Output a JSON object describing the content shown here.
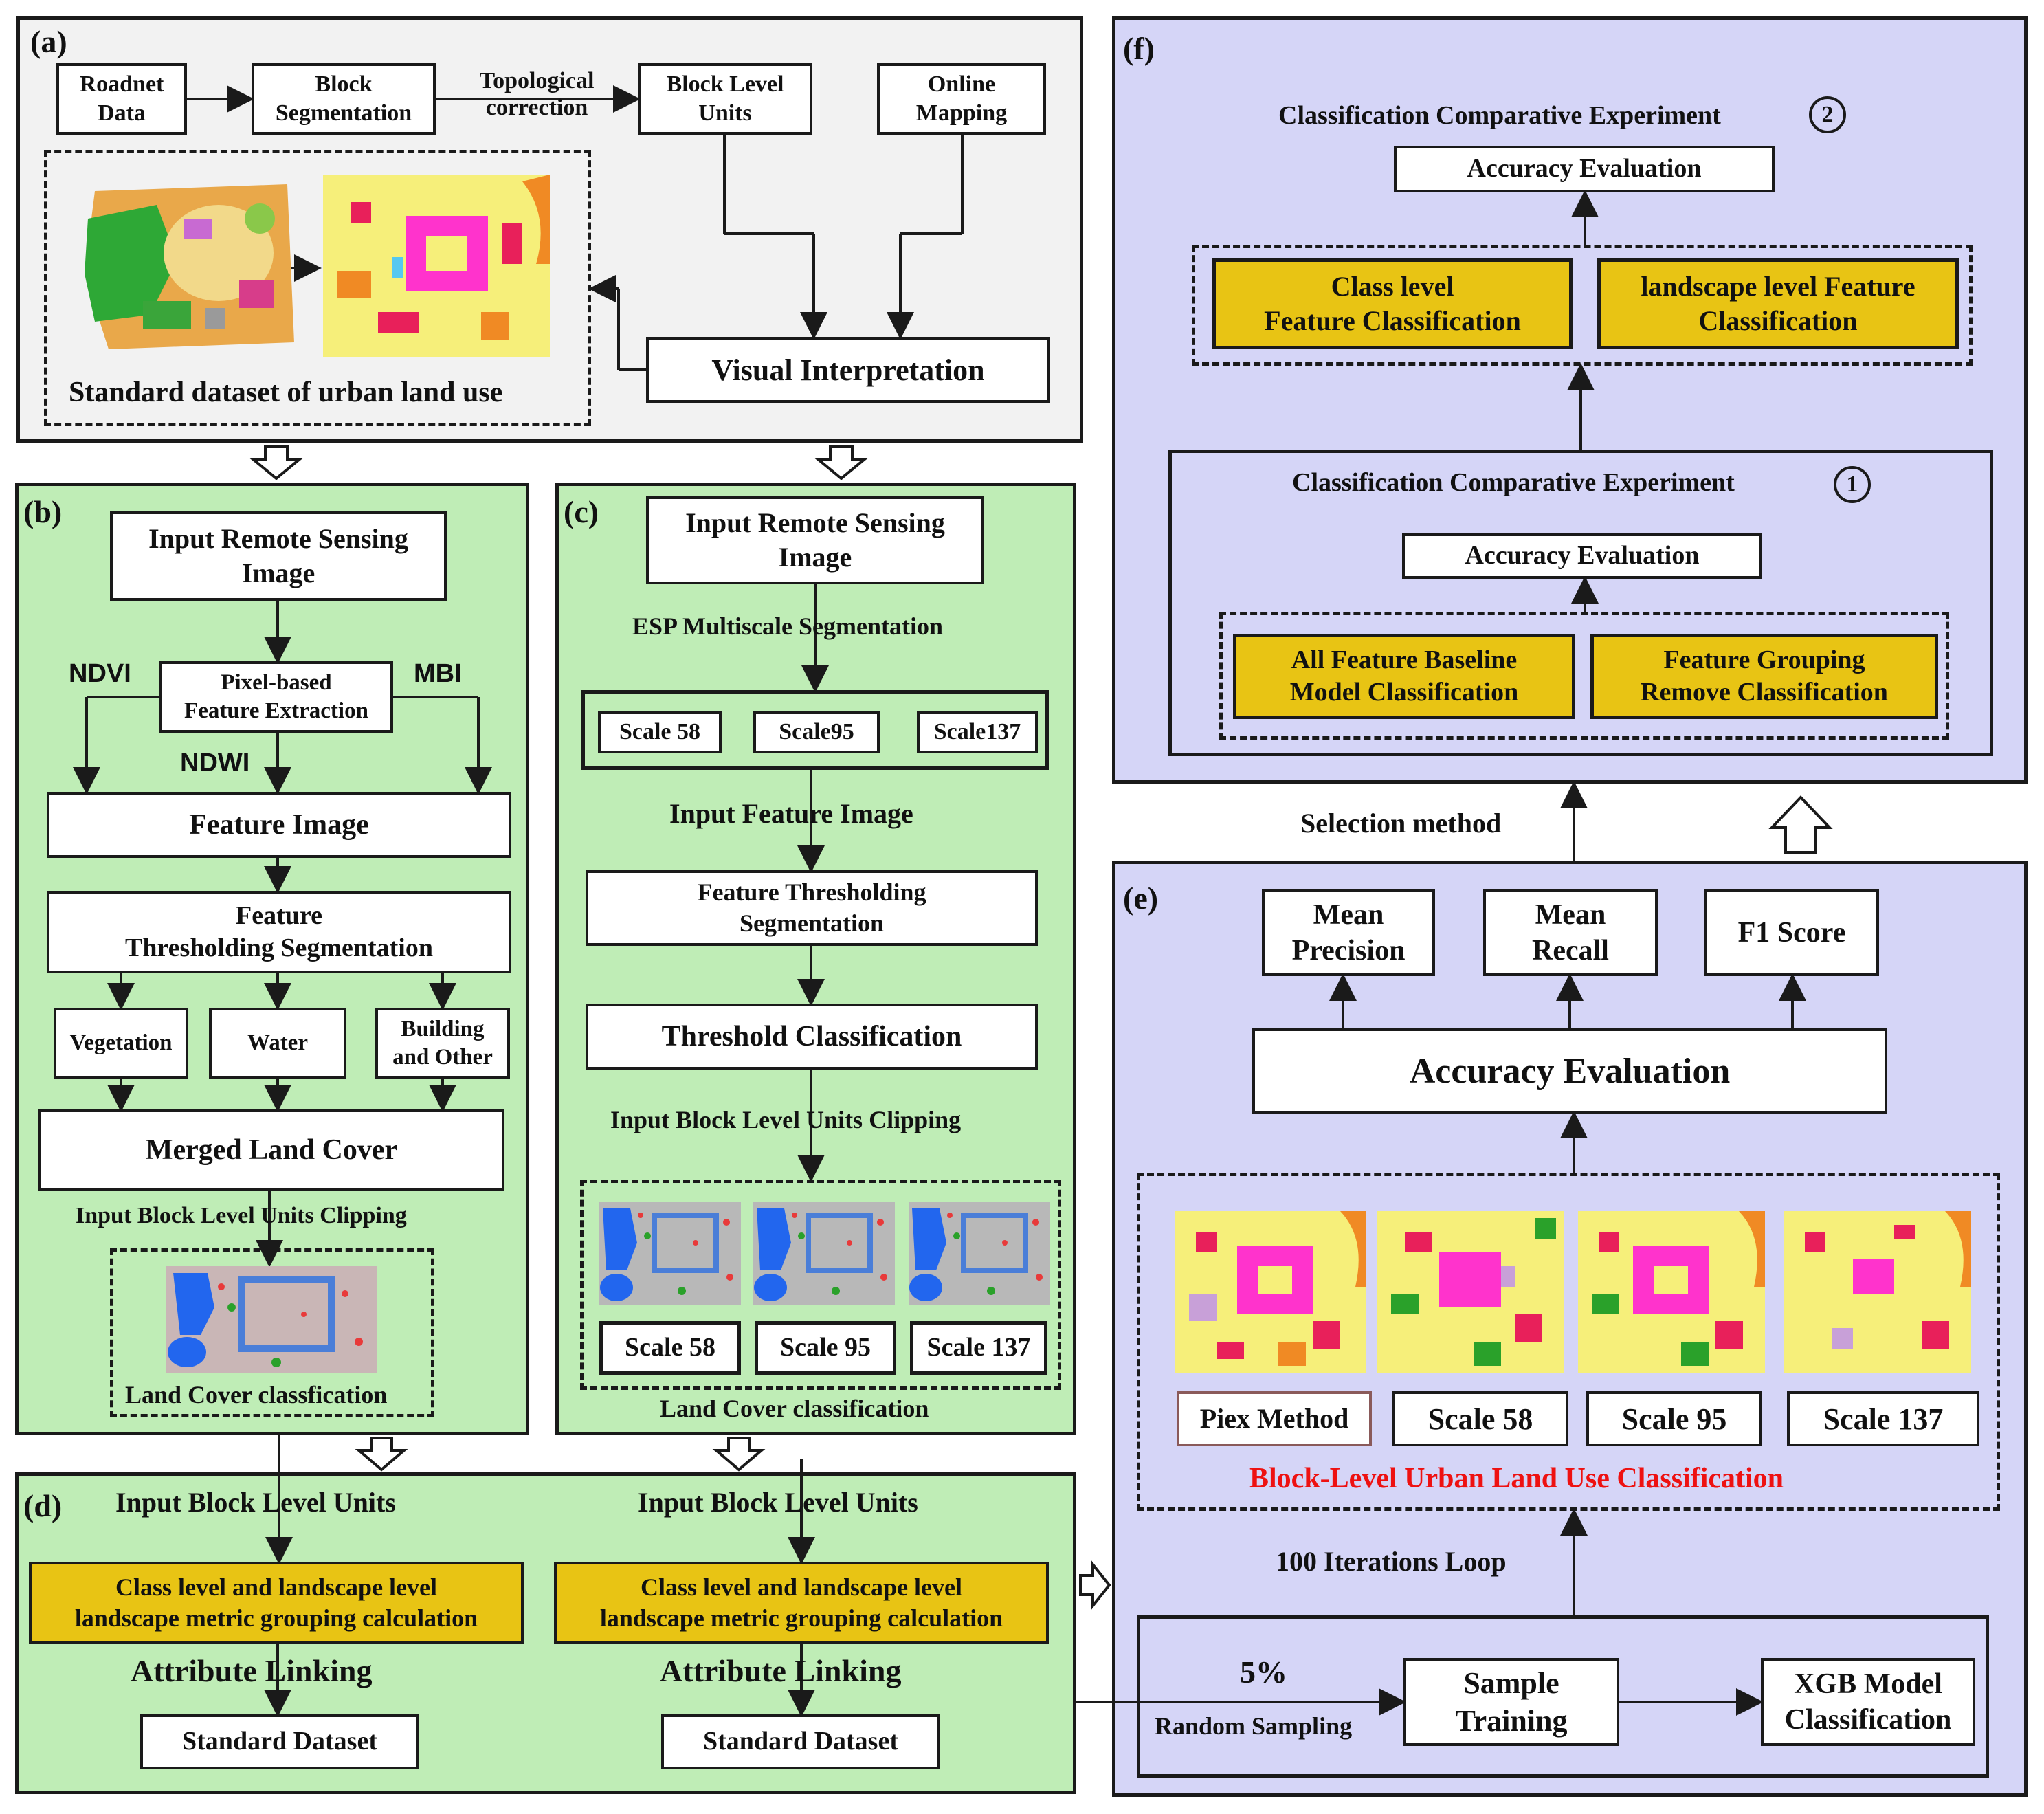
{
  "panels": {
    "a": {
      "label": "(a)",
      "roadnet": "Roadnet\nData",
      "block_seg": "Block\nSegmentation",
      "topo": "Topological\ncorrection",
      "block_units": "Block Level\nUnits",
      "online": "Online\nMapping",
      "visual": "Visual Interpretation",
      "standard": "Standard dataset of urban land use"
    },
    "b": {
      "label": "(b)",
      "input_rs": "Input  Remote Sensing\nImage",
      "ndvi": "NDVI",
      "pixel_feat": "Pixel-based\nFeature Extraction",
      "mbi": "MBI",
      "ndwi": "NDWI",
      "feature_image": "Feature Image",
      "thresh_seg": "Feature\nThresholding Segmentation",
      "vegetation": "Vegetation",
      "water": "Water",
      "building": "Building\nand Other",
      "merged": "Merged Land Cover",
      "clip": "Input Block Level Units Clipping",
      "lc": "Land Cover classfication"
    },
    "c": {
      "label": "(c)",
      "input_rs": "Input  Remote Sensing\nImage",
      "esp": "ESP Multiscale Segmentation",
      "scale_a": "Scale 58",
      "scale_b": "Scale95",
      "scale_c": "Scale137",
      "input_feat": "Input Feature Image",
      "thresh_seg": "Feature Thresholding\nSegmentation",
      "thresh_cls": "Threshold Classification",
      "clip": "Input Block Level Units Clipping",
      "s58": "Scale 58",
      "s95": "Scale 95",
      "s137": "Scale 137",
      "lc": "Land Cover classification"
    },
    "d": {
      "label": "(d)",
      "input_left": "Input Block Level Units",
      "input_right": "Input Block Level Units",
      "metric_left": "Class level and landscape level\nlandscape metric grouping calculation",
      "metric_right": "Class level and landscape level\nlandscape metric grouping calculation",
      "attr_left": "Attribute Linking",
      "attr_right": "Attribute Linking",
      "std_left": "Standard Dataset",
      "std_right": "Standard Dataset"
    },
    "e": {
      "label": "(e)",
      "mean_precision": "Mean\nPrecision",
      "mean_recall": "Mean\nRecall",
      "f1": "F1 Score",
      "accuracy": "Accuracy   Evaluation",
      "piex": "Piex Method",
      "s58": "Scale 58",
      "s95": "Scale 95",
      "s137": "Scale 137",
      "block_level": "Block-Level Urban Land Use Classification",
      "iterations": "100 Iterations Loop",
      "five_pct": "5%",
      "random_sampling": "Random Sampling",
      "sample_training": "Sample\nTraining",
      "xgb": "XGB Model\nClassification",
      "selection": "Selection method"
    },
    "f": {
      "label": "(f)",
      "exp2": "Classification Comparative Experiment",
      "exp2_num": "2",
      "acc_top": "Accuracy   Evaluation",
      "class_level": "Class level\nFeature  Classification",
      "landscape_level": "landscape level Feature\nClassification",
      "exp1": "Classification Comparative Experiment",
      "exp1_num": "1",
      "acc_mid": "Accuracy   Evaluation",
      "all_feature": "All Feature Baseline\nModel Classification",
      "grouping": "Feature Grouping\nRemove Classification"
    }
  },
  "colors": {
    "panel_a_bg": "#f2f2f2",
    "panel_green_bg": "#bfedb6",
    "panel_violet_bg": "#d5d5f7",
    "gold_box": "#e8c414",
    "red_text": "#ee1111"
  }
}
